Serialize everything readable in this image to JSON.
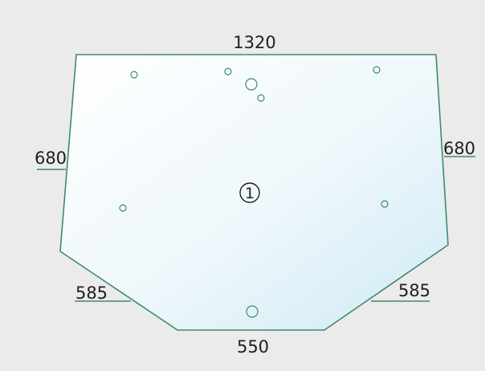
{
  "diagram": {
    "dimensions": {
      "top": "1320",
      "left": "680",
      "right": "680",
      "bottom_left": "585",
      "bottom_right": "585",
      "bottom": "550"
    },
    "part_number": "1"
  },
  "colors": {
    "background": "#ebebeb",
    "outline": "#3f8a6c",
    "fill_light": "#ffffff",
    "fill_tint": "#cfeaf6",
    "text": "#1f1f1f"
  }
}
